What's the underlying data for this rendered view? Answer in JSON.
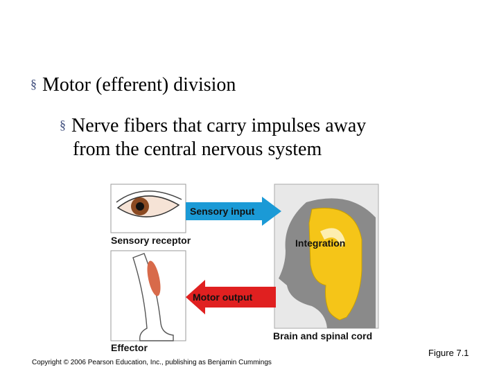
{
  "slide": {
    "bullet1": "Motor (efferent) division",
    "bullet2_line1": "Nerve fibers that carry impulses away",
    "bullet2_line2": "from the central nervous system",
    "bullet_marker": "§"
  },
  "figure": {
    "sensory_input": "Sensory input",
    "integration": "Integration",
    "motor_output": "Motor output",
    "sensory_receptor": "Sensory receptor",
    "effector": "Effector",
    "brain": "Brain and spinal cord"
  },
  "footer": {
    "copyright": "Copyright © 2006 Pearson Education, Inc., publishing as Benjamin Cummings",
    "figure_label": "Figure 7.1"
  },
  "colors": {
    "sensory_arrow": "#1b9ad6",
    "motor_arrow": "#e02020",
    "integration": "#f5c518",
    "head": "#8a8a8a"
  }
}
